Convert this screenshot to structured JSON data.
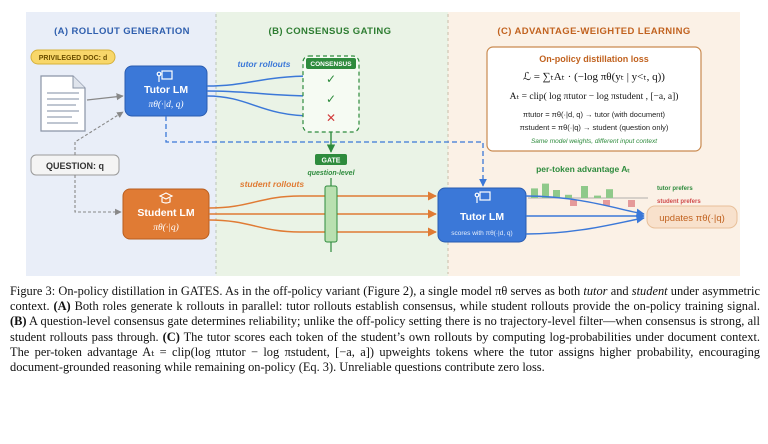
{
  "panels": {
    "a": "(A) ROLLOUT GENERATION",
    "b": "(B) CONSENSUS GATING",
    "c": "(C) ADVANTAGE-WEIGHTED LEARNING"
  },
  "inputs": {
    "privileged_doc": "PRIVILEGED DOC: d",
    "question": "QUESTION: q"
  },
  "tutor": {
    "name": "Tutor LM",
    "policy": "πθ(·|d, q)"
  },
  "student": {
    "name": "Student LM",
    "policy": "πθ(·|q)"
  },
  "labels": {
    "tutor_rollouts": "tutor rollouts",
    "student_rollouts": "student rollouts",
    "consensus": "CONSENSUS",
    "gate": "GATE",
    "question_level": "question-level",
    "per_token_advantage": "per-token advantage Aₜ",
    "tutor_prefers": "tutor prefers",
    "student_prefers": "student prefers",
    "updates": "updates πθ(·|q)"
  },
  "checks": [
    "✓",
    "✓",
    "✕"
  ],
  "loss_box": {
    "title": "On-policy distillation loss",
    "eq_main": "ℒ = ∑ₜAₜ · (−log  πθ(yₜ | y<ₜ, q))",
    "eq_adv": "Aₜ = clip( log πtutor − log πstudent , [−a, a])",
    "def_tutor": "πtutor = πθ(·|d, q)  →  tutor (with document)",
    "def_student": "πstudent = πθ(·|q)  →  student (question only)",
    "note": "Same model weights, different input context"
  },
  "tutor_scorer": {
    "name": "Tutor LM",
    "sub": "scores with πθ(·|d, q)"
  },
  "advantage_bars": {
    "positive": [
      0.6,
      0.9,
      0.5,
      0.2,
      0.75,
      0.15,
      0.55
    ],
    "negative": [
      0.3,
      0.25,
      0.4
    ]
  },
  "caption": {
    "fig": "Figure 3: On-policy distillation in GATES.",
    "s1": " As in the off-policy variant (Figure 2), a single model πθ serves as both ",
    "tutor": "tutor",
    "and": " and ",
    "student": "student",
    "s2": " under asymmetric context. ",
    "A": "(A)",
    "s3": " Both roles generate k rollouts in parallel: tutor rollouts establish consensus, while student rollouts provide the on-policy training signal. ",
    "B": "(B)",
    "s4": " A question-level consensus gate determines reliability; unlike the off-policy setting there is no trajectory-level filter—when consensus is strong, all student rollouts pass through. ",
    "C": "(C)",
    "s5": " The tutor scores each token of the student’s own rollouts by computing log-probabilities under document context. The per-token advantage Aₜ = clip(log πtutor − log πstudent, [−a, a]) upweights tokens where the tutor assigns higher probability, encouraging document-grounded reasoning while remaining on-policy (Eq. 3). Unreliable questions contribute zero loss."
  },
  "colors": {
    "panel_a_bg": "#e9eef8",
    "panel_b_bg": "#eaf3e6",
    "panel_c_bg": "#fbf1e6",
    "tutor_blue": "#3b78d8",
    "student_orange": "#e07b34",
    "consensus_green": "#2e8b3d",
    "bar_green": "#8fc98a",
    "bar_red": "#e59a9a",
    "doc_yellow": "#f8d76a"
  }
}
